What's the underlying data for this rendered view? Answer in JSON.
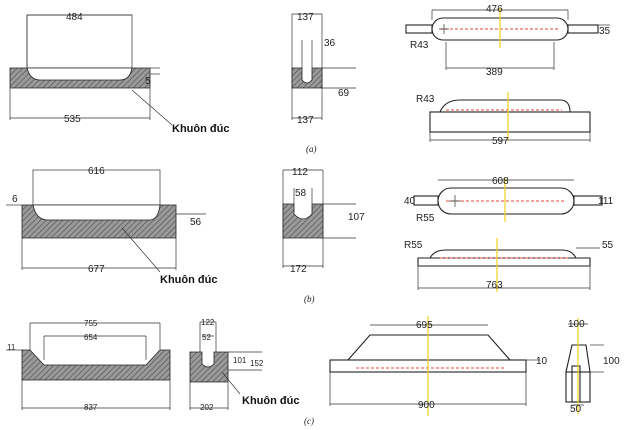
{
  "panel_a": {
    "front": {
      "top": "484",
      "side": "5",
      "bottom": "535",
      "mold_label": "Khuôn đúc"
    },
    "section": {
      "top": "137",
      "inner": "36",
      "height": "69",
      "bottom": "137"
    },
    "plan": {
      "length": "476",
      "radius": "R43",
      "width": "35",
      "inner": "389"
    },
    "elevation": {
      "radius": "R43",
      "base": "597"
    },
    "caption": "(a)"
  },
  "panel_b": {
    "front": {
      "top": "616",
      "left": "6",
      "side": "56",
      "bottom": "677",
      "mold_label": "Khuôn đúc"
    },
    "section": {
      "top": "112",
      "inner": "58",
      "height": "107",
      "bottom": "172"
    },
    "plan": {
      "length": "608",
      "left": "40",
      "right": "111",
      "radius": "R55"
    },
    "elevation": {
      "radius": "R55",
      "side": "55",
      "base": "763"
    },
    "caption": "(b)"
  },
  "panel_c": {
    "front": {
      "top": "755",
      "inner": "654",
      "left": "11",
      "bottom": "837"
    },
    "section": {
      "top": "122",
      "inner": "52",
      "h1": "101",
      "h2": "152",
      "bottom": "202",
      "mold_label": "Khuôn đúc"
    },
    "elevation": {
      "top": "695",
      "side": "10",
      "base": "900"
    },
    "end": {
      "top": "100",
      "side": "100",
      "bottom": "50"
    },
    "caption": "(c)"
  }
}
